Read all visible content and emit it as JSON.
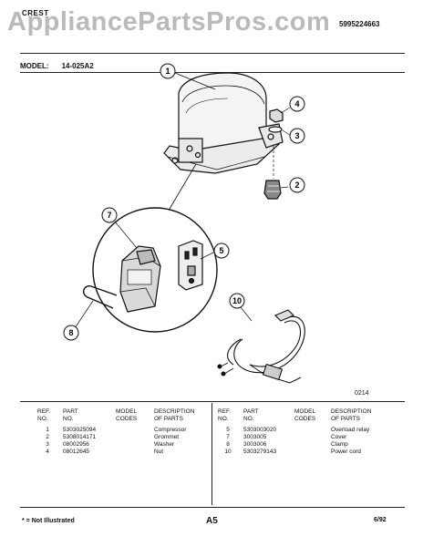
{
  "header": {
    "brand_line1": "CREST",
    "brand_line2": "",
    "title": "",
    "catalog_number": "5995224663"
  },
  "watermark": "AppliancePartsPros.com",
  "model": {
    "label": "MODEL:",
    "value": "14-025A2"
  },
  "diagram_code": "0214",
  "callouts": [
    "1",
    "2",
    "3",
    "4",
    "5",
    "7",
    "8",
    "10"
  ],
  "table_headers": {
    "ref": "REF.\nNO.",
    "part": "PART\nNO.",
    "model": "MODEL\nCODES",
    "desc": "DESCRIPTION\nOF PARTS"
  },
  "parts_left": [
    {
      "ref": "1",
      "part": "5303025094",
      "model": "",
      "desc": "Compressor"
    },
    {
      "ref": "2",
      "part": "5308014171",
      "model": "",
      "desc": "Grommet"
    },
    {
      "ref": "3",
      "part": "08002956",
      "model": "",
      "desc": "Washer"
    },
    {
      "ref": "4",
      "part": "08012645",
      "model": "",
      "desc": "Nut"
    }
  ],
  "parts_right": [
    {
      "ref": "5",
      "part": "5303003020",
      "model": "",
      "desc": "Overload relay"
    },
    {
      "ref": "7",
      "part": "3003005",
      "model": "",
      "desc": "Cover"
    },
    {
      "ref": "8",
      "part": "3003006",
      "model": "",
      "desc": "Clamp"
    },
    {
      "ref": "10",
      "part": "5303279143",
      "model": "",
      "desc": "Power cord"
    }
  ],
  "footer": {
    "note": "* = Not Illustrated",
    "page": "A5",
    "date": "6/92"
  }
}
